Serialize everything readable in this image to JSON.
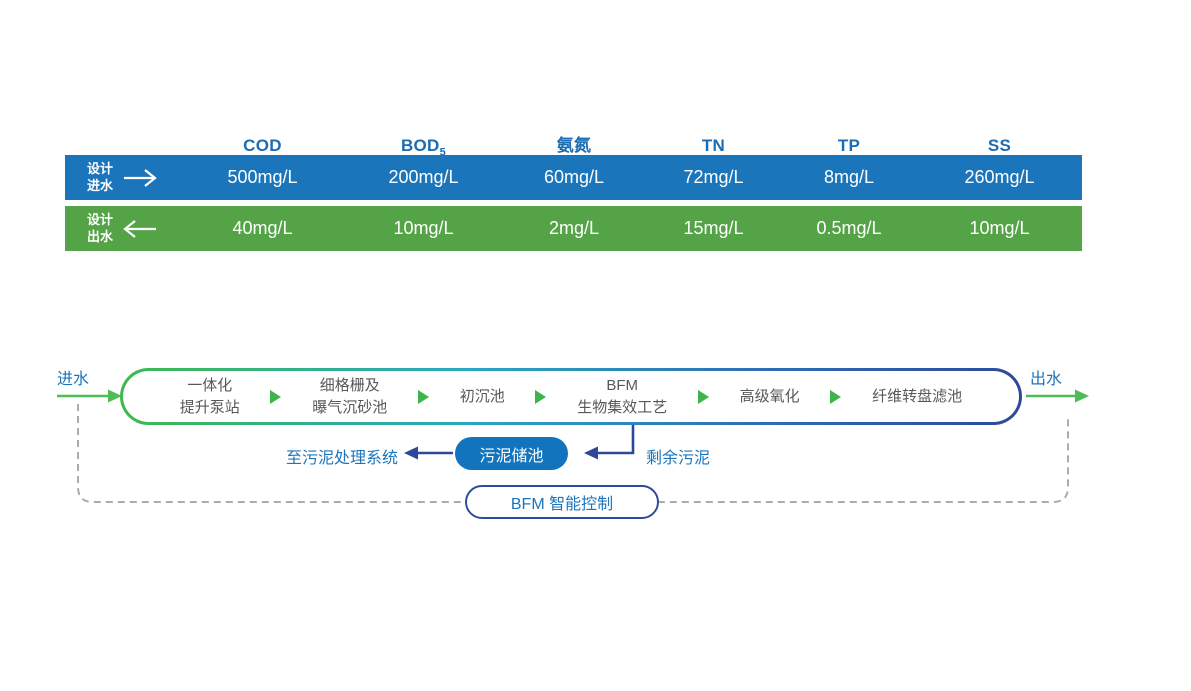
{
  "colors": {
    "influent_blue": "#1b75bb",
    "effluent_green": "#54a447",
    "header_blue": "#1b6db3",
    "navy_line": "#2e479b",
    "arrow_green": "#4cbd57",
    "triangle_green": "#3cb54a",
    "dashed_gray": "#acacac",
    "step_text_gray": "#57585a"
  },
  "table": {
    "columns": [
      {
        "label": "COD",
        "sub": ""
      },
      {
        "label": "BOD",
        "sub": "5"
      },
      {
        "label": "氨氮",
        "sub": ""
      },
      {
        "label": "TN",
        "sub": ""
      },
      {
        "label": "TP",
        "sub": ""
      },
      {
        "label": "SS",
        "sub": ""
      }
    ],
    "rows": [
      {
        "name": "设计\n进水",
        "direction": "right",
        "values": [
          "500mg/L",
          "200mg/L",
          "60mg/L",
          "72mg/L",
          "8mg/L",
          "260mg/L"
        ]
      },
      {
        "name": "设计\n出水",
        "direction": "left",
        "values": [
          "40mg/L",
          "10mg/L",
          "2mg/L",
          "15mg/L",
          "0.5mg/L",
          "10mg/L"
        ]
      }
    ]
  },
  "flow": {
    "inflow_label": "进水",
    "outflow_label": "出水",
    "steps": [
      "一体化\n提升泵站",
      "细格栅及\n曝气沉砂池",
      "初沉池",
      "BFM\n生物集效工艺",
      "高级氧化",
      "纤维转盘滤池"
    ],
    "sludge": {
      "to_system_label": "至污泥处理系统",
      "storage_label": "污泥储池",
      "surplus_label": "剩余污泥"
    },
    "control_label": "BFM 智能控制"
  }
}
